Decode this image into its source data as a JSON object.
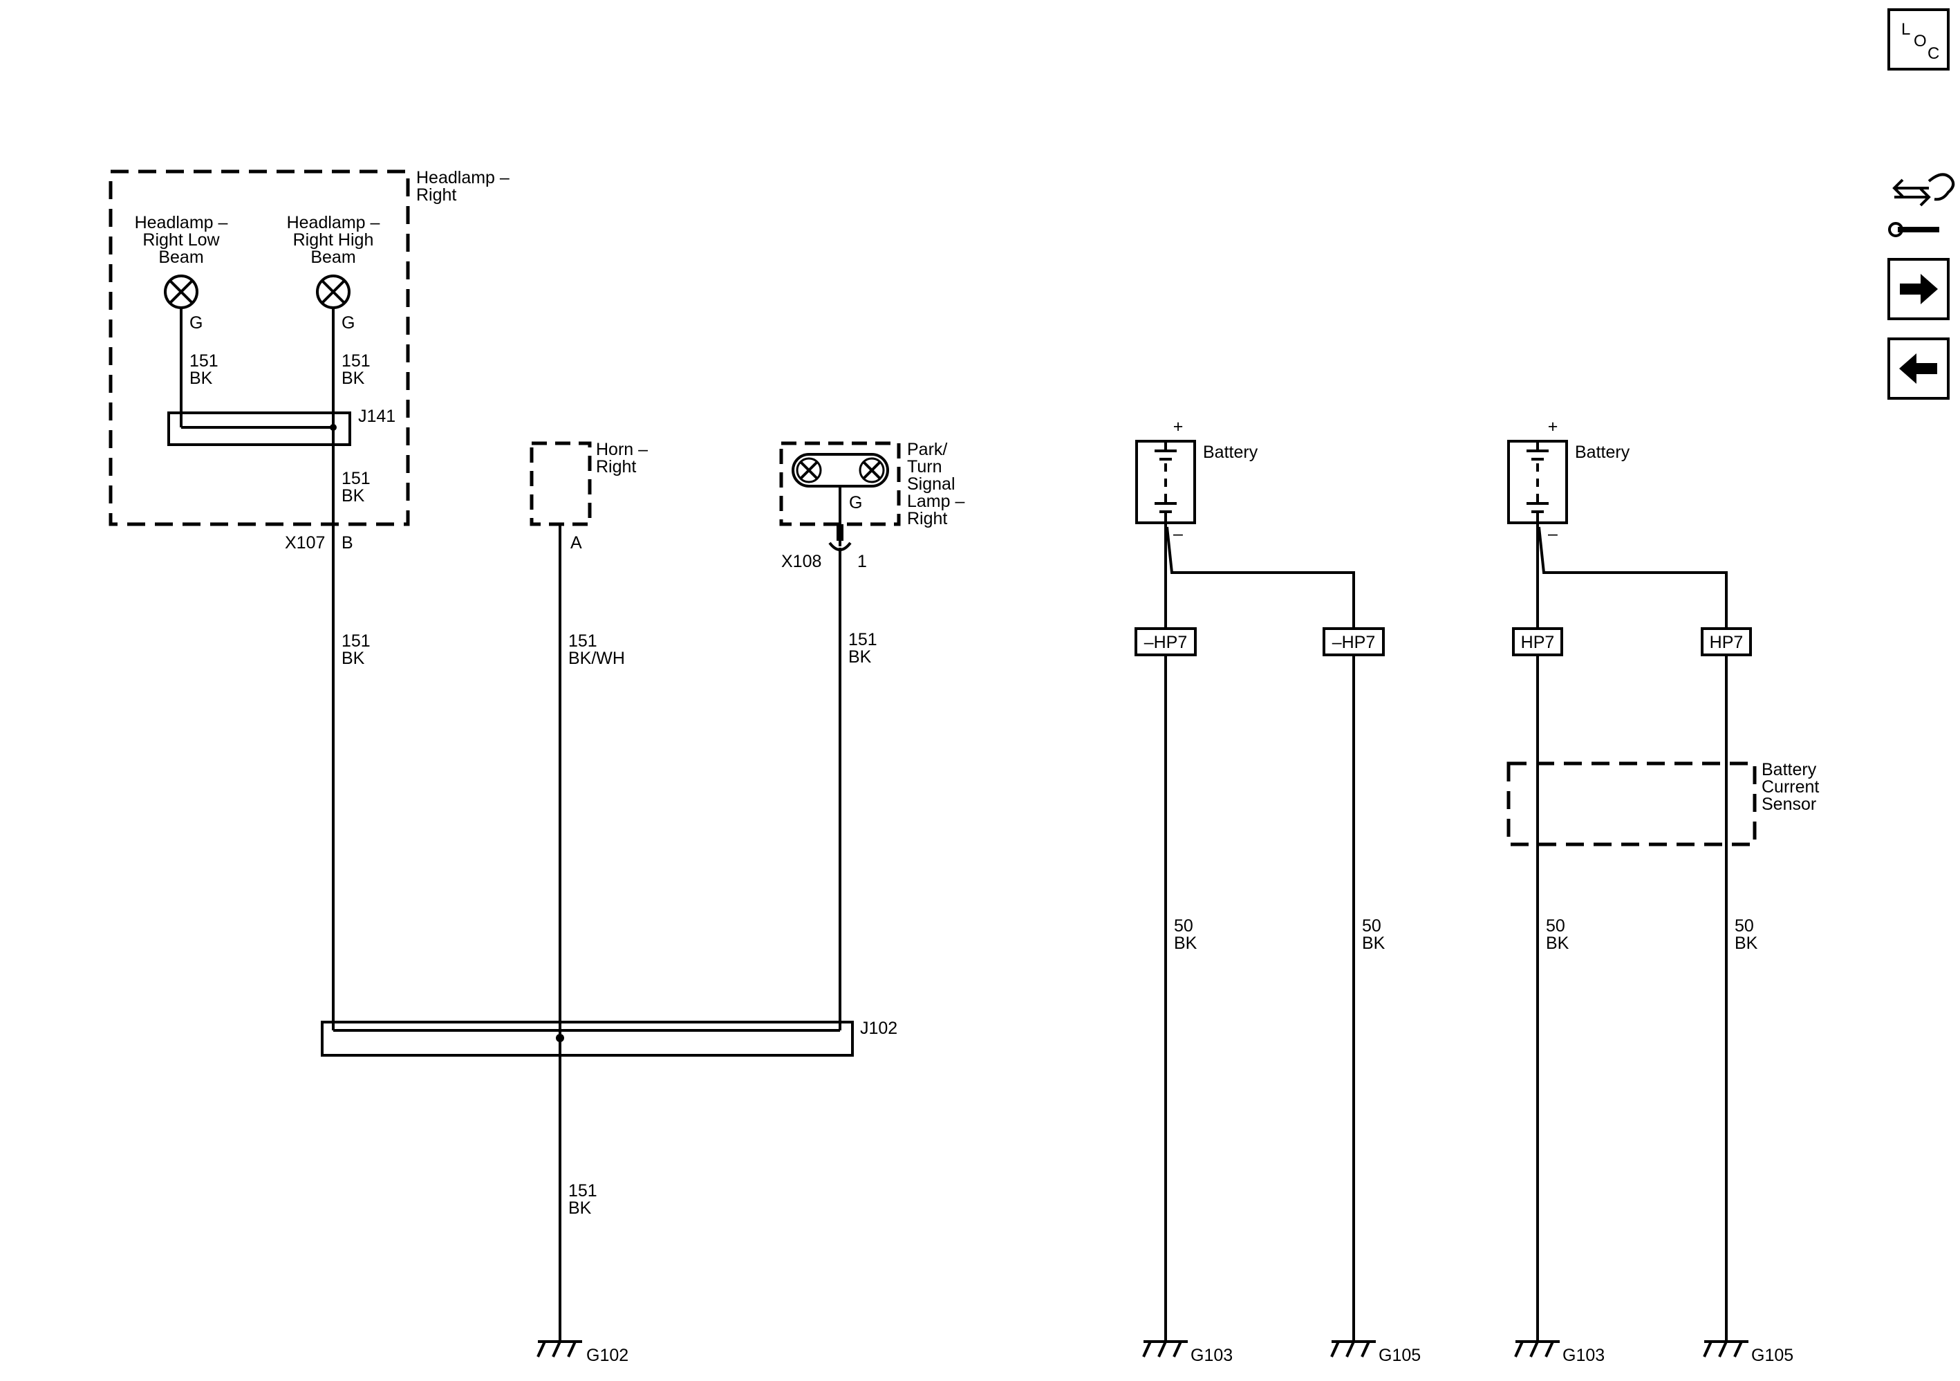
{
  "nav": {
    "loc_icon": "loc-icon",
    "tools_icon": "wrench-hand-icon",
    "forward_icon": "arrow-right-icon",
    "back_icon": "arrow-left-icon",
    "loc_letters": {
      "l": "L",
      "o": "O",
      "c": "C"
    }
  },
  "headlamp_assembly": {
    "title": [
      "Headlamp –",
      "Right"
    ],
    "low_beam": {
      "label": [
        "Headlamp –",
        "Right Low",
        "Beam"
      ],
      "pin": "G",
      "wire": [
        "151",
        "BK"
      ]
    },
    "high_beam": {
      "label": [
        "Headlamp –",
        "Right High",
        "Beam"
      ],
      "pin": "G",
      "wire": [
        "151",
        "BK"
      ]
    },
    "splice": "J141",
    "splice_out_wire": [
      "151",
      "BK"
    ],
    "connector": "X107",
    "connector_pin": "B"
  },
  "horn": {
    "label": [
      "Horn –",
      "Right"
    ],
    "pin": "A",
    "wire": [
      "151",
      "BK/WH"
    ]
  },
  "park_turn_lamp": {
    "label": [
      "Park/",
      "Turn",
      "Signal",
      "Lamp –",
      "Right"
    ],
    "pin": "G",
    "connector": "X108",
    "connector_pin": "1",
    "wire": [
      "151",
      "BK"
    ]
  },
  "headlamp_run": {
    "wire": [
      "151",
      "BK"
    ]
  },
  "splice_j102": "J102",
  "ground_g102": {
    "wire": [
      "151",
      "BK"
    ],
    "label": "G102"
  },
  "battery_a": {
    "label": "Battery",
    "plus": "+",
    "minus": "–",
    "pass_through_left": "–HP7",
    "pass_through_right": "–HP7",
    "wire_left": [
      "50",
      "BK"
    ],
    "wire_right": [
      "50",
      "BK"
    ],
    "ground_left": "G103",
    "ground_right": "G105"
  },
  "battery_b": {
    "label": "Battery",
    "plus": "+",
    "minus": "–",
    "pass_through_left": "HP7",
    "pass_through_right": "HP7",
    "sensor": [
      "Battery",
      "Current",
      "Sensor"
    ],
    "wire_left": [
      "50",
      "BK"
    ],
    "wire_right": [
      "50",
      "BK"
    ],
    "ground_left": "G103",
    "ground_right": "G105"
  }
}
